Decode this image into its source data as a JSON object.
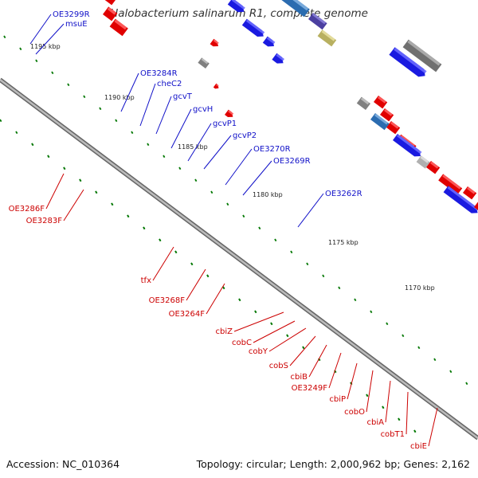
{
  "title": "Halobacterium salinarum R1, complete genome",
  "footer": {
    "accession": "Accession: NC_010364",
    "topology": "Topology: circular; Length: 2,000,962 bp; Genes: 2,162"
  },
  "colors": {
    "forward_label": "#1010c8",
    "reverse_label": "#cc0000",
    "backbone": "#888888",
    "tick": "#007700"
  },
  "scale_labels": [
    "1195 kbp",
    "1190 kbp",
    "1185 kbp",
    "1180 kbp",
    "1175 kbp",
    "1170 kbp"
  ],
  "genes_top": [
    "OE3299R",
    "msuE",
    "OE3284R",
    "cheC2",
    "gcvT",
    "gcvH",
    "gcvP1",
    "gcvP2",
    "OE3270R",
    "OE3269R",
    "OE3262R"
  ],
  "genes_bottom": [
    "OE3286F",
    "OE3283F",
    "tfx",
    "OE3268F",
    "OE3264F",
    "cbiZ",
    "cobC",
    "cobY",
    "cobS",
    "cbiB",
    "OE3249F",
    "cbiP",
    "cobO",
    "cbiA",
    "cobT1",
    "cbiE"
  ]
}
